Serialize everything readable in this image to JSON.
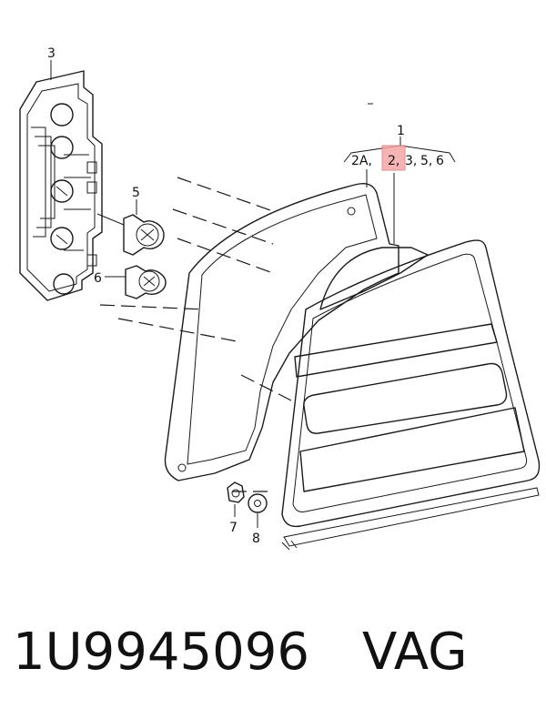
{
  "callouts": {
    "c1": "1",
    "c2A": "2A,",
    "c2": "2,",
    "c3": "3,",
    "c5": "5,",
    "c6": "6",
    "bulb_holder": "3",
    "bulb_5": "5",
    "bulb_6": "6",
    "nut_7": "7",
    "washer_8": "8"
  },
  "highlight_color": "#f4a6a6",
  "caption": {
    "part_number": "1U9945096",
    "brand": "VAG"
  }
}
